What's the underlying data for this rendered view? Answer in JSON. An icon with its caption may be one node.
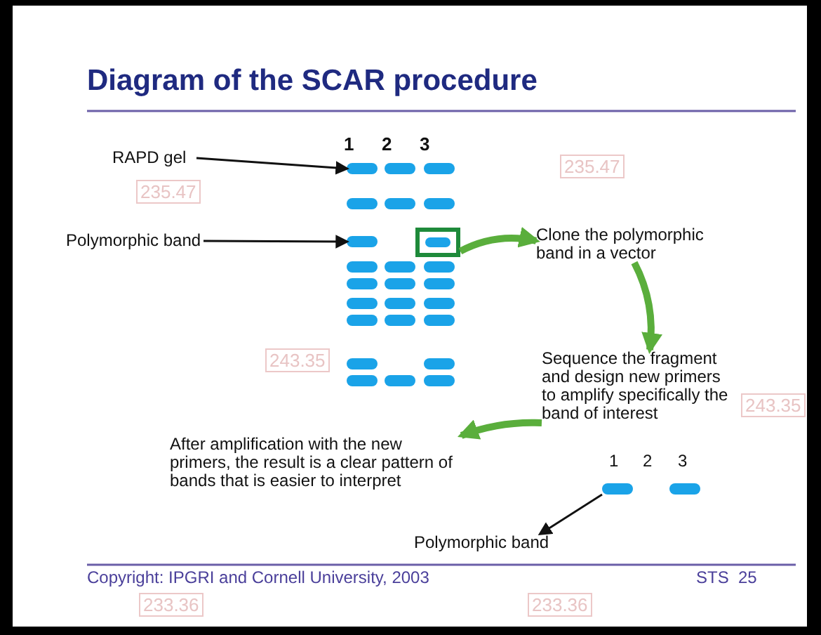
{
  "diagram": {
    "title": "Diagram of the SCAR procedure",
    "nodes": [
      {
        "text": [
          "RAPD gel"
        ]
      },
      {
        "text": [],
        "shape": "bar"
      },
      {
        "text": [
          "Polymorphic band"
        ]
      },
      {
        "text": [],
        "shape": "bar"
      },
      {
        "text": [],
        "shape": "box"
      },
      {
        "text": [
          "Clone the polymorphic band in a vector"
        ]
      },
      {
        "text": [
          "Sequence the fragment and design new primers to amplify specifically the band of interest"
        ]
      },
      {
        "text": [
          "After amplification with the new primers, the result is a clear pattern of bands that is easier to interpret"
        ]
      },
      {
        "text": [],
        "shape": "bar"
      },
      {
        "text": [
          "Polymorphic band"
        ]
      }
    ],
    "edges": [
      {
        "from": 0,
        "to": 1,
        "arrow": "to"
      },
      {
        "from": 2,
        "to": 3,
        "arrow": "to"
      },
      {
        "from": 4,
        "to": 5,
        "arrow": "to",
        "style": "thick",
        "color": "#5aae3c"
      },
      {
        "from": 5,
        "to": 6,
        "arrow": "to",
        "style": "thick",
        "color": "#5aae3c"
      },
      {
        "from": 6,
        "to": 7,
        "arrow": "to",
        "style": "thick",
        "color": "#5aae3c"
      },
      {
        "from": 8,
        "to": 9,
        "arrow": "to"
      }
    ],
    "labels": [
      "1",
      "2",
      "3",
      "235.47",
      "235.47",
      "243.35",
      "243.35",
      "1",
      "2",
      "3",
      "Copyright: IPGRI and Cornell University, 2003",
      "STS  25",
      "233.36",
      "233.36"
    ]
  }
}
